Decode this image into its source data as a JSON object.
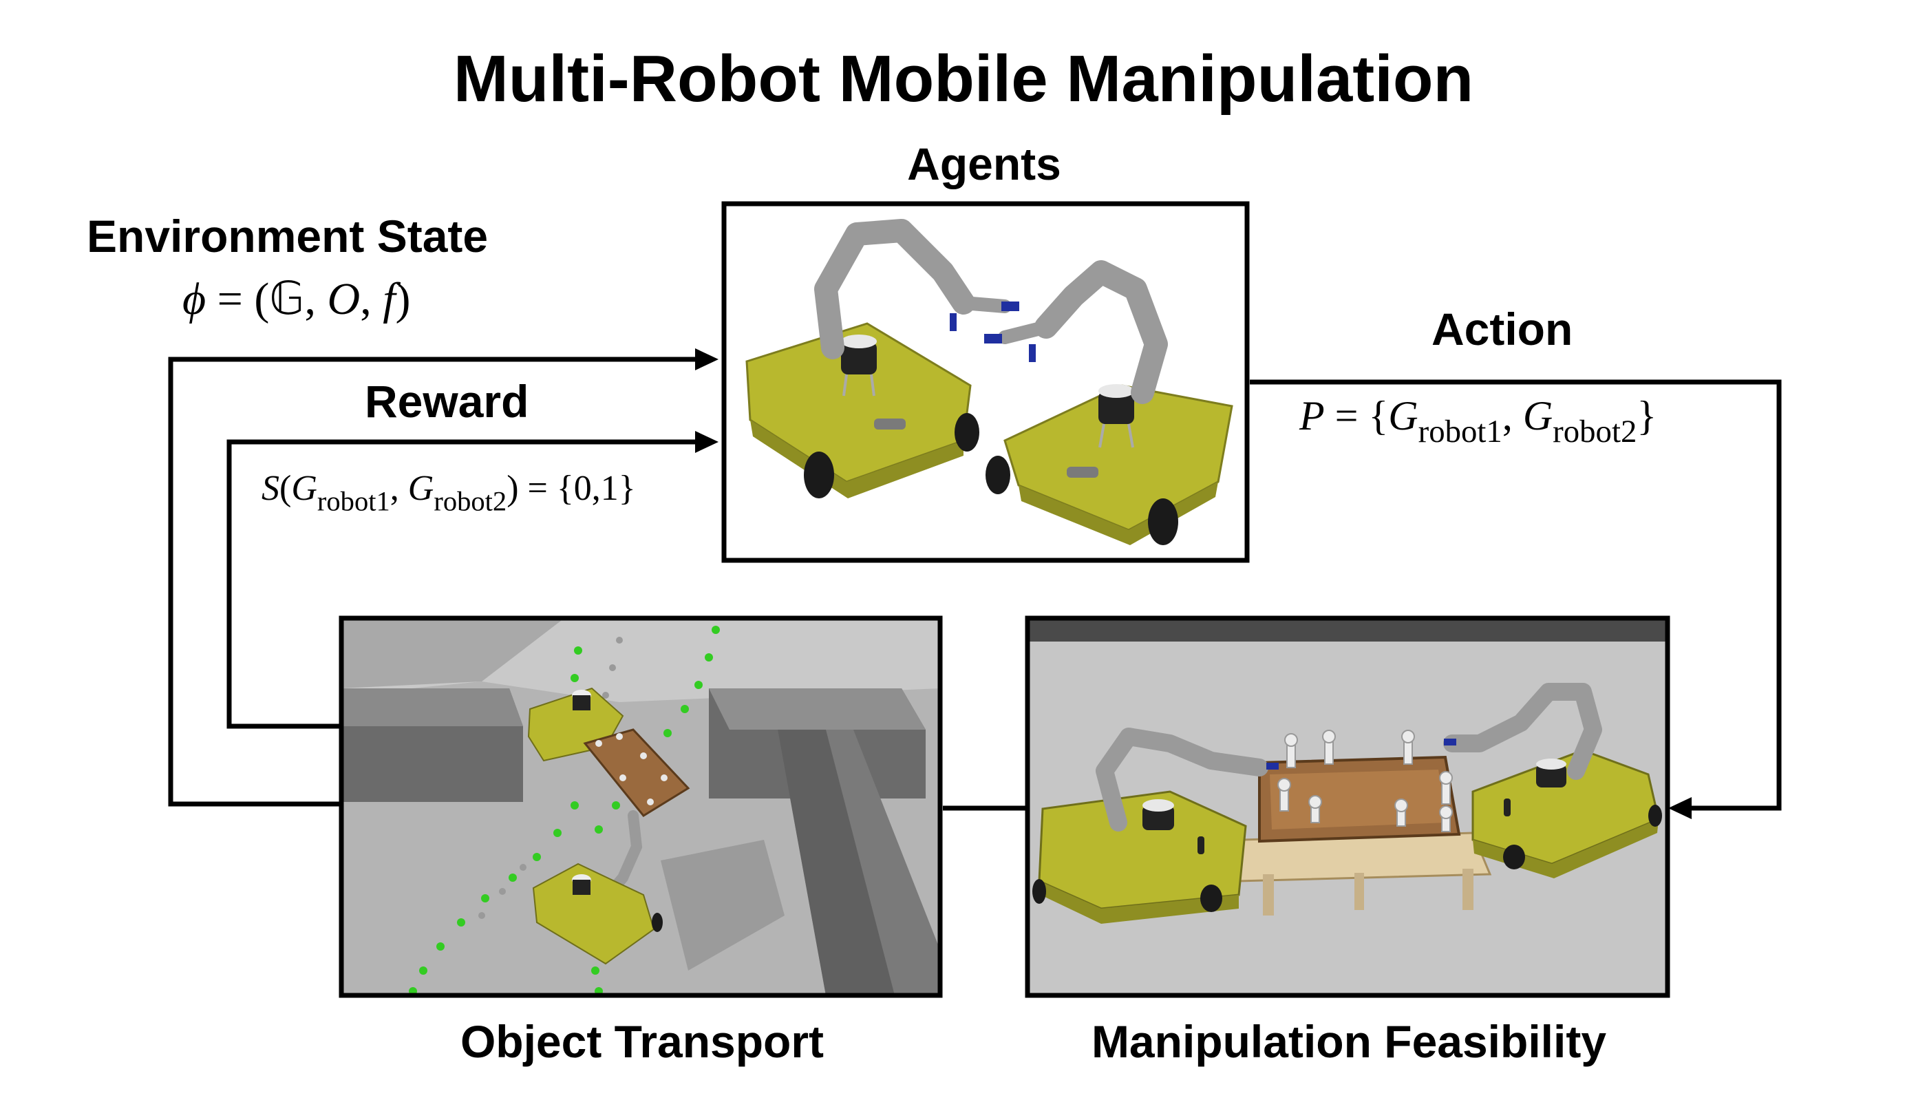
{
  "title": "Multi-Robot Mobile Manipulation",
  "agents": {
    "label": "Agents"
  },
  "environment_state": {
    "label": "Environment State",
    "phi": "ϕ",
    "eq": " = (",
    "G": "𝔾",
    "comma1": ", ",
    "O": "O",
    "comma2": ", ",
    "f": "f",
    "close": ")"
  },
  "reward": {
    "label": "Reward",
    "S": "S",
    "open": "(",
    "G1": "G",
    "sub1": "robot1",
    "comma": ", ",
    "G2": "G",
    "sub2": "robot2",
    "rest": ") = {0,1}"
  },
  "action": {
    "label": "Action",
    "P": "P",
    "eq": " = {",
    "G1": "G",
    "sub1": "robot1",
    "comma": ", ",
    "G2": "G",
    "sub2": "robot2",
    "close": "}"
  },
  "object_transport": {
    "label": "Object Transport"
  },
  "manipulation_feasibility": {
    "label": "Manipulation Feasibility"
  },
  "colors": {
    "line": "#000000",
    "robot_base": "#b8b82e",
    "robot_arm": "#9a9a9a",
    "gripper": "#1f2fa0",
    "wood": "#9a6a3e",
    "path_green": "#33cc22",
    "floor": "#b4b4b4"
  }
}
